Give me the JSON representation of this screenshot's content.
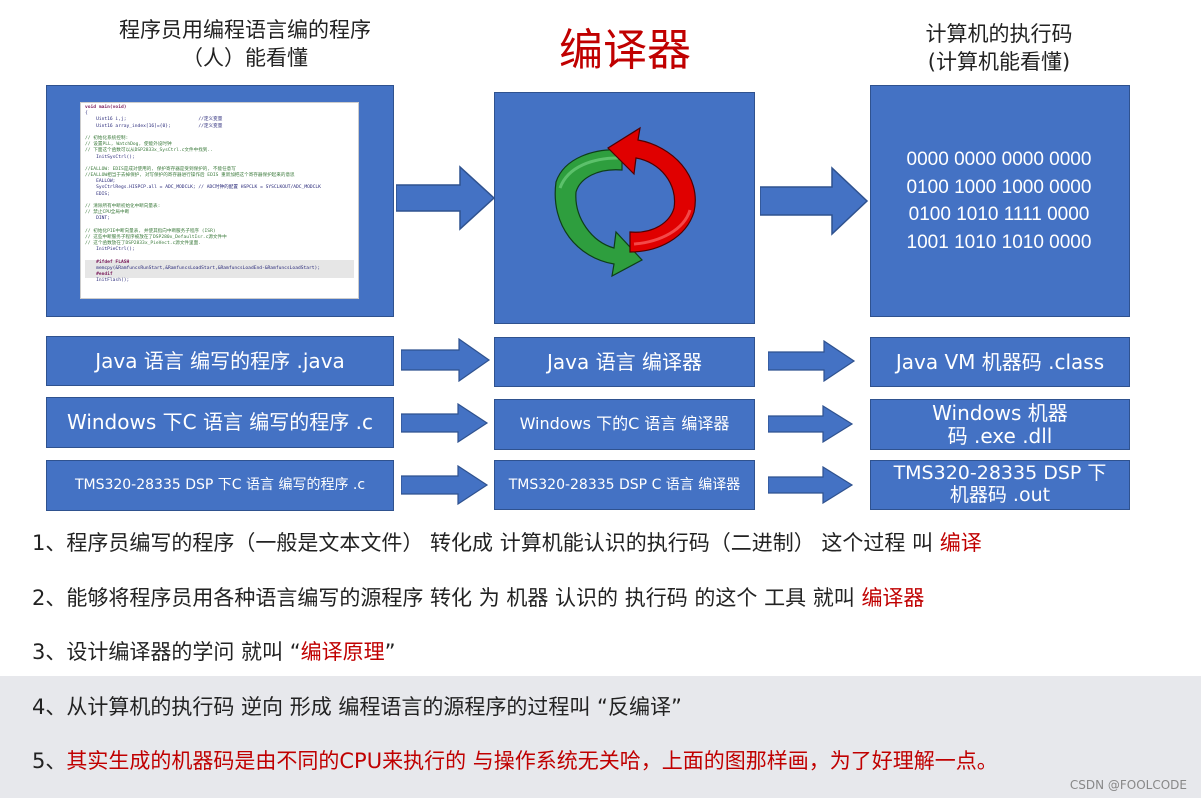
{
  "headers": {
    "left_line1": "程序员用编程语言编的程序",
    "left_line2": "（人）能看懂",
    "center": "编译器",
    "right_line1": "计算机的执行码",
    "right_line2": "(计算机能看懂)"
  },
  "code_snippet": [
    {
      "t": "void main(void)",
      "c": "kw"
    },
    {
      "t": "{",
      "c": ""
    },
    {
      "t": "    Uint16 i,j;                          //定义变量",
      "c": ""
    },
    {
      "t": "    Uint16 array_index[16]={0};          //定义变量",
      "c": ""
    },
    {
      "t": "",
      "c": ""
    },
    {
      "t": "// 初始化系统控制:",
      "c": "cm"
    },
    {
      "t": "// 设置PLL, WatchDog, 使能外设时钟",
      "c": "cm"
    },
    {
      "t": "// 下面这个函数可以从DSP2833x_SysCtrl.c文件中找到..",
      "c": "cm"
    },
    {
      "t": "    InitSysCtrl();",
      "c": ""
    },
    {
      "t": "",
      "c": ""
    },
    {
      "t": "//EALLOW: EDIS是成对使用的, 保护寄存器是受到保护的, 不能任意写",
      "c": "cm"
    },
    {
      "t": "//EALLOW相当于去掉保护, 对写保护的寄存器进行操作后 EDIS 重新加把这个寄存器保护起来的意思",
      "c": "cm"
    },
    {
      "t": "    EALLOW;",
      "c": ""
    },
    {
      "t": "    SysCtrlRegs.HISPCP.all = ADC_MODCLK; // ADC时钟的配置 HSPCLK = SYSCLKOUT/ADC_MODCLK",
      "c": ""
    },
    {
      "t": "    EDIS;",
      "c": ""
    },
    {
      "t": "",
      "c": ""
    },
    {
      "t": "// 清除所有中断初始化中断向量表:",
      "c": "cm"
    },
    {
      "t": "// 禁止CPU全局中断",
      "c": "cm"
    },
    {
      "t": "    DINT;",
      "c": ""
    },
    {
      "t": "",
      "c": ""
    },
    {
      "t": "// 初始化PIE中断向量表, 并使其指向中断服务子程序 (ISR)",
      "c": "cm"
    },
    {
      "t": "// 这些中断服务子程序被放在了DSP280x_DefaultIsr.c源文件中",
      "c": "cm"
    },
    {
      "t": "// 这个函数放在了DSP2833x_PieVect.c源文件里面.",
      "c": "cm"
    },
    {
      "t": "    InitPieCtrl();",
      "c": ""
    },
    {
      "t": "",
      "c": ""
    },
    {
      "t": "    #ifdef FLASH",
      "c": "kw hl"
    },
    {
      "t": "    memcpy(&RamfuncsRunStart,&RamfuncsLoadStart,&RamfuncsLoadEnd-&RamfuncsLoadStart);",
      "c": "hl"
    },
    {
      "t": "    #endif",
      "c": "kw hl"
    },
    {
      "t": "    InitFlash();",
      "c": ""
    }
  ],
  "machine_code": [
    "0000 0000 0000 0000",
    "0100 1000 1000 0000",
    "0100 1010 1111 0000",
    "1001 1010 1010 0000"
  ],
  "rows": [
    {
      "source": "Java 语言 编写的程序 .java",
      "compiler": "Java 语言 编译器",
      "output": "Java VM 机器码 .class"
    },
    {
      "source": "Windows 下C 语言 编写的程序 .c",
      "compiler": "Windows 下的C 语言 编译器",
      "output_line1": "Windows 机器",
      "output_line2": "码 .exe .dll"
    },
    {
      "source": "TMS320-28335 DSP 下C 语言 编写的程序 .c",
      "compiler": "TMS320-28335 DSP C 语言 编译器",
      "output_line1": "TMS320-28335 DSP 下",
      "output_line2": "机器码 .out"
    }
  ],
  "notes": {
    "n1_text": "1、程序员编写的程序（一般是文本文件） 转化成 计算机能认识的执行码（二进制） 这个过程 叫 ",
    "n1_red": "编译",
    "n2_text": "2、能够将程序员用各种语言编写的源程序 转化 为 机器 认识的 执行码 的这个 工具  就叫 ",
    "n2_red": "编译器",
    "n3_pre": "3、设计编译器的学问  就叫 “",
    "n3_red": "编译原理",
    "n3_post": "”",
    "n4_text": "4、从计算机的执行码 逆向 形成 编程语言的源程序的过程叫 “反编译”",
    "n5_pre": "5、",
    "n5_red": "其实生成的机器码是由不同的CPU来执行的 与操作系统无关哈，上面的图那样画，为了好理解一点。"
  },
  "watermark": "CSDN @FOOLCODE",
  "colors": {
    "box_blue": "#4472c4",
    "accent_red": "#c00000",
    "arrow_green": "#2e9e3e",
    "arrow_red": "#e00000"
  }
}
